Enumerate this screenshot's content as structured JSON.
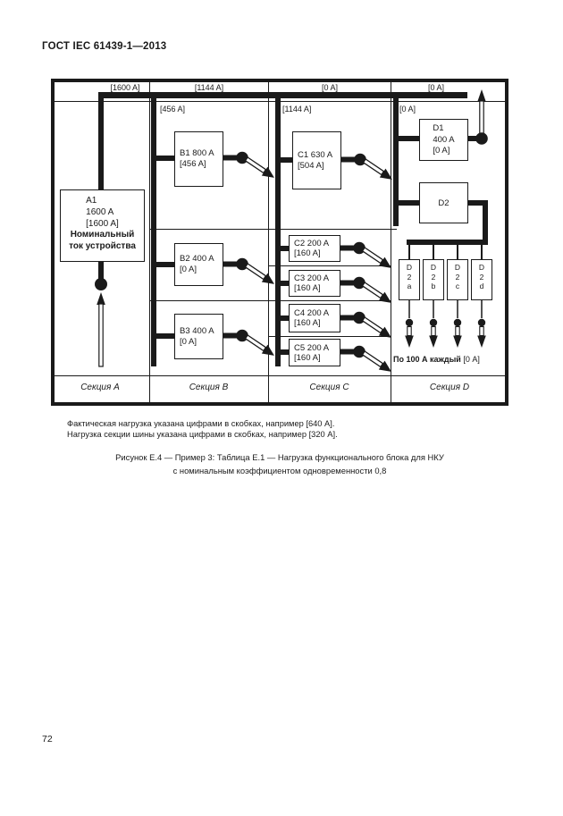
{
  "page": {
    "doc_header": "ГОСТ IEC 61439-1—2013",
    "page_number": "72"
  },
  "diagram": {
    "bus_labels": {
      "a": "[1600 A]",
      "b": "[1144 A]",
      "c": "[0 A]",
      "d": "[0 A]"
    },
    "feeder_labels": {
      "b": "[456 A]",
      "c": "[1144 A]",
      "d": "[0 A]"
    },
    "incomer": {
      "id": "A1",
      "rated": "1600 A",
      "actual": "[1600 A]",
      "note_line1": "Номинальный",
      "note_line2": "ток устройства"
    },
    "units": {
      "b1": {
        "line1": "B1 800 A",
        "line2": "[456 A]"
      },
      "b2": {
        "line1": "B2 400 A",
        "line2": "[0 A]"
      },
      "b3": {
        "line1": "B3 400 A",
        "line2": "[0 A]"
      },
      "c1": {
        "line1": "C1 630 A",
        "line2": "[504 A]"
      },
      "c2": {
        "line1": "C2 200 A",
        "line2": "[160 A]"
      },
      "c3": {
        "line1": "C3 200 A",
        "line2": "[160 A]"
      },
      "c4": {
        "line1": "C4 200 A",
        "line2": "[160 A]"
      },
      "c5": {
        "line1": "C5 200 A",
        "line2": "[160 A]"
      },
      "d1": {
        "line1": "D1",
        "line2": "400 A",
        "line3": "[0 A]"
      },
      "d2": {
        "line1": "D2"
      },
      "d2a": "D\n2\na",
      "d2b": "D\n2\nb",
      "d2c": "D\n2\nc",
      "d2d": "D\n2\nd"
    },
    "sub_feeders_note": {
      "bold": "По 100 А каждый",
      "value": "[0 A]"
    },
    "section_labels": {
      "a": "Секция А",
      "b": "Секция В",
      "c": "Секция С",
      "d": "Секция D"
    }
  },
  "notes": {
    "line1": "Фактическая нагрузка указана цифрами в скобках, например [640 А].",
    "line2": "Нагрузка секции шины указана цифрами в скобках, например [320 А]."
  },
  "caption": {
    "line1": "Рисунок Е.4 — Пример 3: Таблица Е.1 — Нагрузка функционального блока для НКУ",
    "line2": "с номинальным коэффициентом одновременности 0,8"
  }
}
